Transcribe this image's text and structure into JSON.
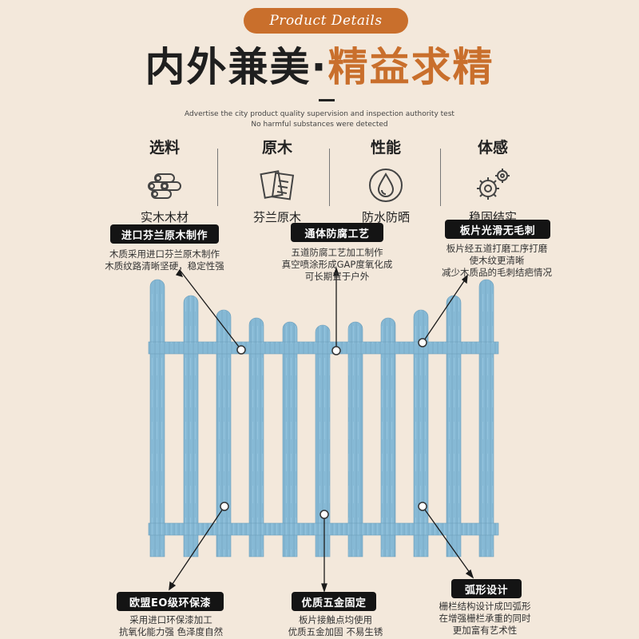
{
  "header": {
    "badge": "Product Details",
    "title_dark": "内外兼美·",
    "title_accent": "精益求精",
    "subtitle_line1": "Advertise the city product quality supervision and inspection authority test",
    "subtitle_line2": "No harmful substances were detected"
  },
  "features": [
    {
      "heading": "选料",
      "icon": "log-stack-icon",
      "caption": "实木木材"
    },
    {
      "heading": "原木",
      "icon": "wood-planks-icon",
      "caption": "芬兰原木"
    },
    {
      "heading": "性能",
      "icon": "water-drop-icon",
      "caption": "防水防晒"
    },
    {
      "heading": "体感",
      "icon": "gear-icon",
      "caption": "稳固结实"
    }
  ],
  "callouts": {
    "top_left": {
      "tag": "进口芬兰原木制作",
      "lines": [
        "木质采用进口芬兰原木制作",
        "木质纹路清晰坚硬，稳定性强"
      ]
    },
    "top_center": {
      "tag": "通体防腐工艺",
      "lines": [
        "五道防腐工艺加工制作",
        "真空喷涂形成GAP度氧化成",
        "可长期置于户外"
      ]
    },
    "top_right": {
      "tag": "板片光滑无毛刺",
      "lines": [
        "板片经五道打磨工序打磨",
        "使木纹更清晰",
        "减少木质品的毛刺结疤情况"
      ]
    },
    "bottom_left": {
      "tag": "欧盟EO级环保漆",
      "lines": [
        "采用进口环保漆加工",
        "抗氧化能力强 色泽度自然"
      ]
    },
    "bottom_center": {
      "tag": "优质五金固定",
      "lines": [
        "板片接触点均使用",
        "优质五金加固 不易生锈"
      ]
    },
    "bottom_right": {
      "tag": "弧形设计",
      "lines": [
        "栅栏结构设计成凹弧形",
        "在增强栅栏承重的同时",
        "更加富有艺术性"
      ]
    }
  },
  "colors": {
    "background": "#f3e8db",
    "accent": "#c96f2c",
    "fence": "#85b8d4",
    "tag": "#141414"
  }
}
